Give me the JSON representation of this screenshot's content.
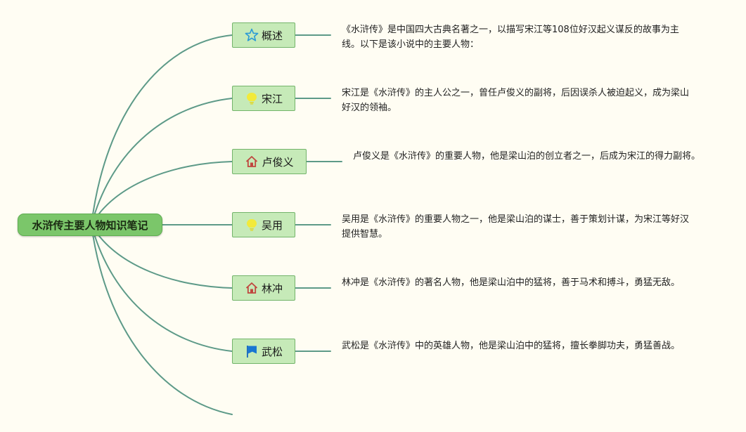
{
  "root": {
    "label": "水浒传主要人物知识笔记"
  },
  "branches": [
    {
      "label": "概述",
      "icon": "star-icon",
      "text": "《水浒传》是中国四大古典名著之一，以描写宋江等108位好汉起义谋反的故事为主线。以下是该小说中的主要人物："
    },
    {
      "label": "宋江",
      "icon": "lightbulb-icon",
      "text": "宋江是《水浒传》的主人公之一，曾任卢俊义的副将，后因误杀人被迫起义，成为梁山好汉的领袖。"
    },
    {
      "label": "卢俊义",
      "icon": "house-icon",
      "text": "卢俊义是《水浒传》的重要人物，他是梁山泊的创立者之一，后成为宋江的得力副将。"
    },
    {
      "label": "吴用",
      "icon": "lightbulb-icon",
      "text": "吴用是《水浒传》的重要人物之一，他是梁山泊的谋士，善于策划计谋，为宋江等好汉提供智慧。"
    },
    {
      "label": "林冲",
      "icon": "house-icon",
      "text": "林冲是《水浒传》的著名人物，他是梁山泊中的猛将，善于马术和搏斗，勇猛无敌。"
    },
    {
      "label": "武松",
      "icon": "flag-icon",
      "text": "武松是《水浒传》中的英雄人物，他是梁山泊中的猛将，擅长拳脚功夫，勇猛善战。"
    }
  ],
  "colors": {
    "background": "#fffdf3",
    "root_fill": "#7bc66a",
    "node_fill": "#c6eab8",
    "line": "#5d9a88"
  }
}
